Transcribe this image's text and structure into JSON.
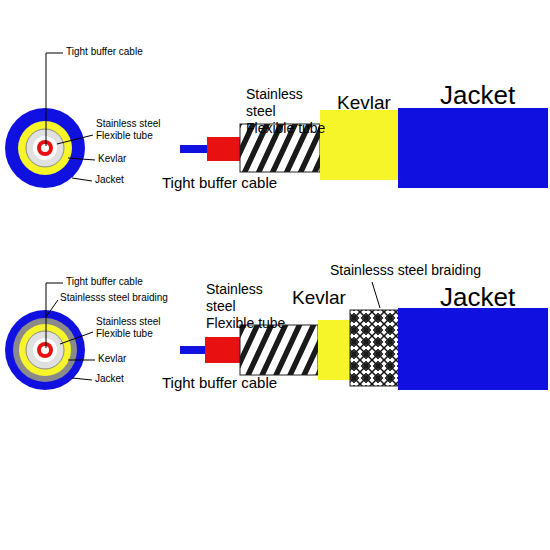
{
  "diagram": {
    "labels": [
      "Tight buffer cable",
      "Stainless steel Flexible tube",
      "Kevlar",
      "Jacket",
      "Stainless steel Flexible tube",
      "Kevlar",
      "Jacket",
      "Tight buffer cable",
      "Tight buffer cable",
      "Stainlesss steel braiding",
      "Stainless steel Flexible tube",
      "Kevlar",
      "Jacket",
      "Stainless steel Flexible tube",
      "Kevlar",
      "Stainlesss steel braiding",
      "Jacket",
      "Tight buffer cable"
    ]
  }
}
